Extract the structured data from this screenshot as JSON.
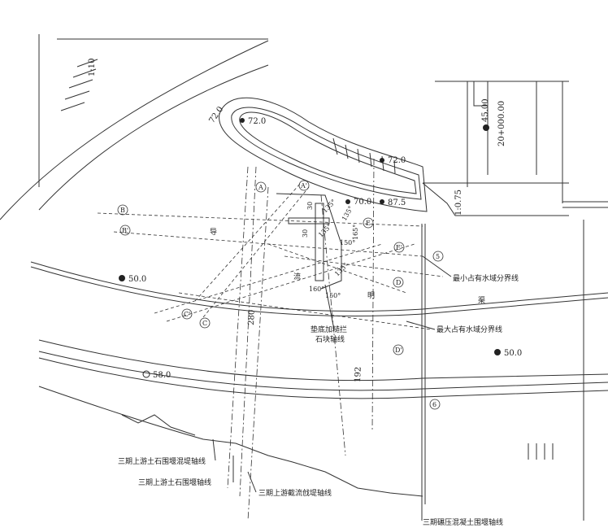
{
  "slope_left": "1:10",
  "slope_right": "1:0.75",
  "elevations": {
    "top_arc": "72.0",
    "head": "72.0",
    "right_72": "72.0",
    "mid_70": "70.0",
    "mid_87": "87.5",
    "left_50": "50.0",
    "left_58": "58.0",
    "right_50": "50.0",
    "right_45": "45.00"
  },
  "chainage": "20+000.00",
  "circle_labels": {
    "A": "A",
    "A2": "A'",
    "B": "B",
    "B2": "B'",
    "C": "C",
    "C2": "C'",
    "D": "D",
    "D2": "D'",
    "E": "E",
    "E2": "E'",
    "n5": "5",
    "n6": "6"
  },
  "dims": {
    "d30a": "30",
    "d30b": "30",
    "d280": "280",
    "d192": "192"
  },
  "angles": {
    "a150a": "150°",
    "a150b": "150°",
    "a160": "160°",
    "a165": "165°",
    "a135a": "135°",
    "a135b": "135°",
    "a135c": "135°",
    "a135d": "135°"
  },
  "flow_words": {
    "w1": "导",
    "w2": "流",
    "w3": "明",
    "w4": "渠"
  },
  "annotations": {
    "min_water": "最小占有水域分界线",
    "max_water": "最大占有水域分界线",
    "axis_main_1": "垫底加糙拦",
    "axis_main_2": "石块轴线",
    "cofferdam_1": "三期上游土石围堰混堤轴线",
    "cofferdam_2": "三期上游土石围堰轴线",
    "cofferdam_3": "三期上游截流戗堤轴线",
    "rcc": "三期碾压混凝土围堰轴线"
  }
}
